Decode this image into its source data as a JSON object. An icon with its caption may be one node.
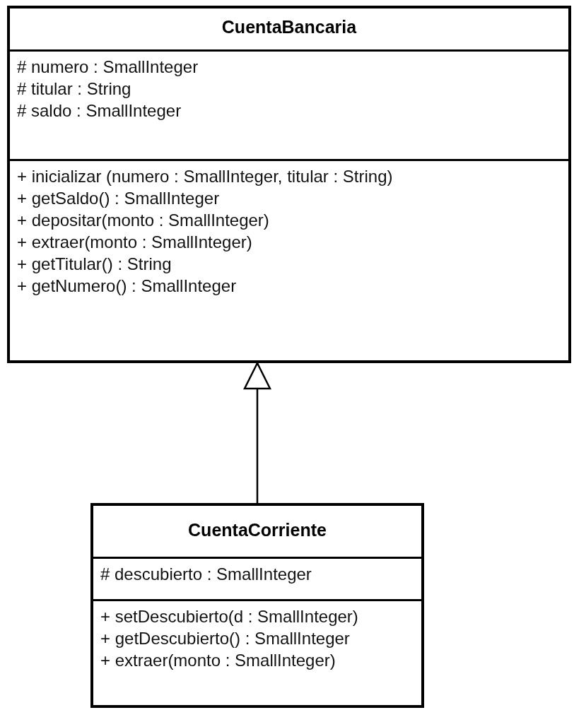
{
  "diagram": {
    "nodes": [
      {
        "text": [
          "CuentaBancaria"
        ]
      },
      {
        "text": [
          "# numero : SmallInteger",
          "# titular : String",
          "# saldo : SmallInteger"
        ],
        "in": 0
      },
      {
        "text": [
          "+ inicializar (numero : SmallInteger, titular : String)",
          "+ getSaldo() : SmallInteger",
          "+ depositar(monto : SmallInteger)",
          "+ extraer(monto : SmallInteger)",
          "+ getTitular() : String",
          "+ getNumero() : SmallInteger"
        ],
        "in": 0
      },
      {
        "text": [
          "CuentaCorriente"
        ]
      },
      {
        "text": [
          "# descubierto : SmallInteger"
        ],
        "in": 3
      },
      {
        "text": [
          "+ setDescubierto(d : SmallInteger)",
          "+ getDescubierto() : SmallInteger",
          "+ extraer(monto : SmallInteger)"
        ],
        "in": 3
      }
    ],
    "edges": [
      {
        "from": 3,
        "to": 0,
        "arrow": "to"
      }
    ]
  }
}
